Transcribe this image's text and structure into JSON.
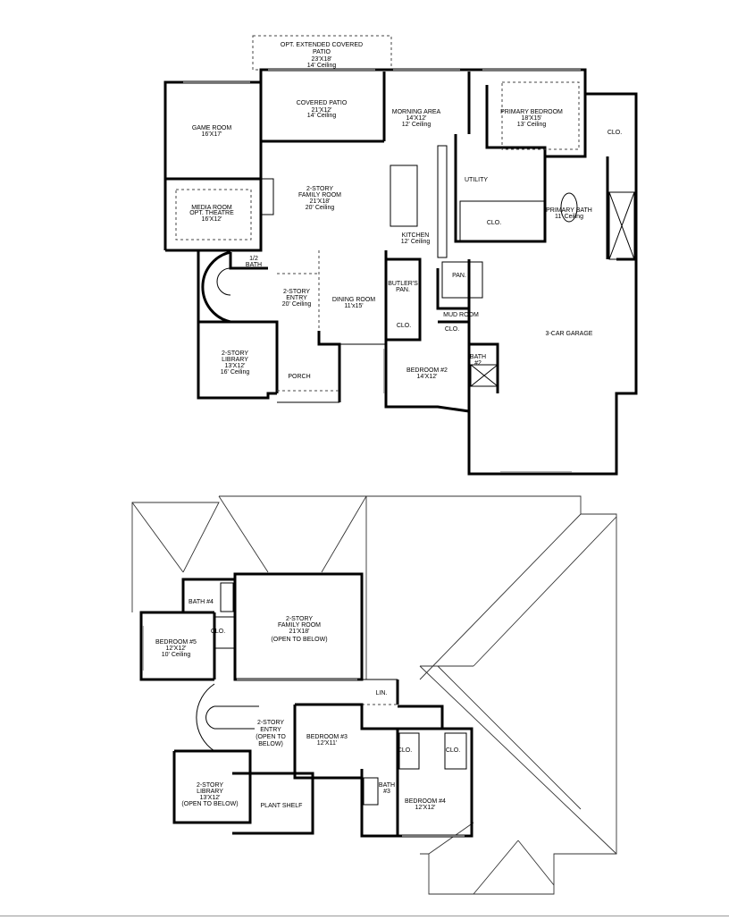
{
  "first_floor": {
    "rooms": [
      {
        "name": "OPT. EXTENDED COVERED",
        "line2": "PATIO",
        "size": "23'X18'",
        "ceiling": "14' Ceiling"
      },
      {
        "name": "COVERED PATIO",
        "size": "21'X12'",
        "ceiling": "14' Ceiling"
      },
      {
        "name": "GAME ROOM",
        "size": "16'X17'"
      },
      {
        "name": "MORNING AREA",
        "size": "14'X12'",
        "ceiling": "12' Ceiling"
      },
      {
        "name": "PRIMARY BEDROOM",
        "size": "18'X15'",
        "ceiling": "13' Ceiling"
      },
      {
        "name": "CLO."
      },
      {
        "name": "MEDIA ROOM",
        "line2": "OPT. THEATRE",
        "size": "16'X12'"
      },
      {
        "name": "2-STORY",
        "line2": "FAMILY ROOM",
        "size": "21'X18'",
        "ceiling": "20' Ceiling"
      },
      {
        "name": "UTILITY"
      },
      {
        "name": "CLO."
      },
      {
        "name": "PRIMARY BATH",
        "ceiling": "11' Ceiling"
      },
      {
        "name": "KITCHEN",
        "ceiling": "12' Ceiling"
      },
      {
        "name": "1/2",
        "line2": "BATH"
      },
      {
        "name": "2-STORY",
        "line2": "ENTRY",
        "ceiling": "20' Ceiling"
      },
      {
        "name": "DINING ROOM",
        "size": "11'x15'"
      },
      {
        "name": "BUTLER'S",
        "line2": "PAN."
      },
      {
        "name": "PAN."
      },
      {
        "name": "MUD ROOM"
      },
      {
        "name": "CLO."
      },
      {
        "name": "CLO."
      },
      {
        "name": "3-CAR GARAGE"
      },
      {
        "name": "2-STORY",
        "line2": "LIBRARY",
        "size": "13'X12'",
        "ceiling": "16' Ceiling"
      },
      {
        "name": "PORCH"
      },
      {
        "name": "BEDROOM #2",
        "size": "14'X12'"
      },
      {
        "name": "BATH",
        "line2": "#2"
      }
    ]
  },
  "second_floor": {
    "rooms": [
      {
        "name": "BATH #4"
      },
      {
        "name": "2-STORY",
        "line2": "FAMILY ROOM",
        "size": "21'X18'",
        "note": "(OPEN TO BELOW)"
      },
      {
        "name": "CLO."
      },
      {
        "name": "BEDROOM #5",
        "size": "12'X12'",
        "ceiling": "10' Ceiling"
      },
      {
        "name": "LIN."
      },
      {
        "name": "2-STORY",
        "line2": "ENTRY",
        "line3": "(OPEN TO",
        "line4": "BELOW)"
      },
      {
        "name": "BEDROOM #3",
        "size": "12'X11'"
      },
      {
        "name": "CLO."
      },
      {
        "name": "CLO."
      },
      {
        "name": "BATH",
        "line2": "#3"
      },
      {
        "name": "2-STORY",
        "line2": "LIBRARY",
        "size": "13'X12'",
        "note": "(OPEN TO BELOW)"
      },
      {
        "name": "PLANT SHELF"
      },
      {
        "name": "BEDROOM #4",
        "size": "12'X12'"
      }
    ]
  }
}
